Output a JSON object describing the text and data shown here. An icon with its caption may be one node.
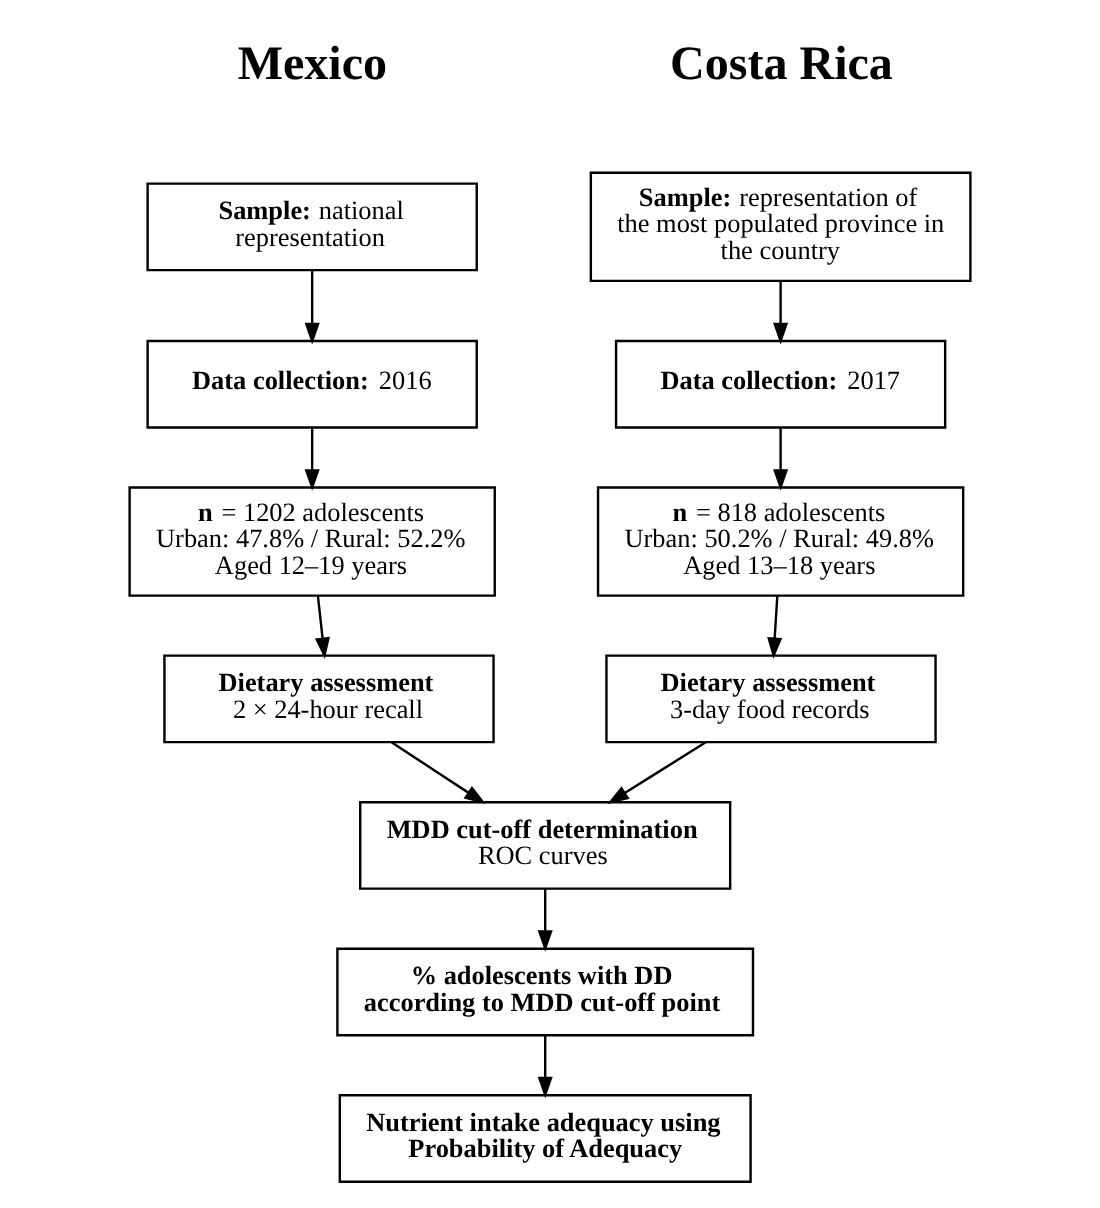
{
  "diagram": {
    "nodes": [
      {
        "text": [
          "**Sample:** national representation"
        ]
      },
      {
        "text": [
          "**Data collection:** 2016"
        ]
      },
      {
        "text": [
          "**n** = 1202 adolescents",
          "Urban: 47.8% / Rural: 52.2%",
          "Aged 12–19 years"
        ]
      },
      {
        "text": [
          "Dietary assessment",
          "2 × 24-hour recall"
        ]
      },
      {
        "text": [
          "**Sample:** representation of the most populated province in the country"
        ]
      },
      {
        "text": [
          "**Data collection:** 2017"
        ]
      },
      {
        "text": [
          "**n** = 818 adolescents",
          "Urban: 50.2% / Rural: 49.8%",
          "Aged 13–18 years"
        ]
      },
      {
        "text": [
          "Dietary assessment",
          "3-day food records"
        ]
      },
      {
        "text": [
          "MDD cut-off determination",
          "ROC curves"
        ]
      },
      {
        "text": [
          "% adolescents with DD according to MDD cut-off point"
        ]
      },
      {
        "text": [
          "Nutrient intake adequacy using Probability of Adequacy"
        ]
      }
    ],
    "edges": [
      {
        "from": 0,
        "to": 1,
        "arrow": "to"
      },
      {
        "from": 1,
        "to": 2,
        "arrow": "to"
      },
      {
        "from": 2,
        "to": 3,
        "arrow": "to"
      },
      {
        "from": 3,
        "to": 8,
        "arrow": "to"
      },
      {
        "from": 4,
        "to": 5,
        "arrow": "to"
      },
      {
        "from": 5,
        "to": 6,
        "arrow": "to"
      },
      {
        "from": 6,
        "to": 7,
        "arrow": "to"
      },
      {
        "from": 7,
        "to": 8,
        "arrow": "to"
      },
      {
        "from": 8,
        "to": 9,
        "arrow": "to"
      },
      {
        "from": 9,
        "to": 10,
        "arrow": "to"
      }
    ],
    "labels": [
      "Mexico",
      "Costa Rica"
    ]
  }
}
